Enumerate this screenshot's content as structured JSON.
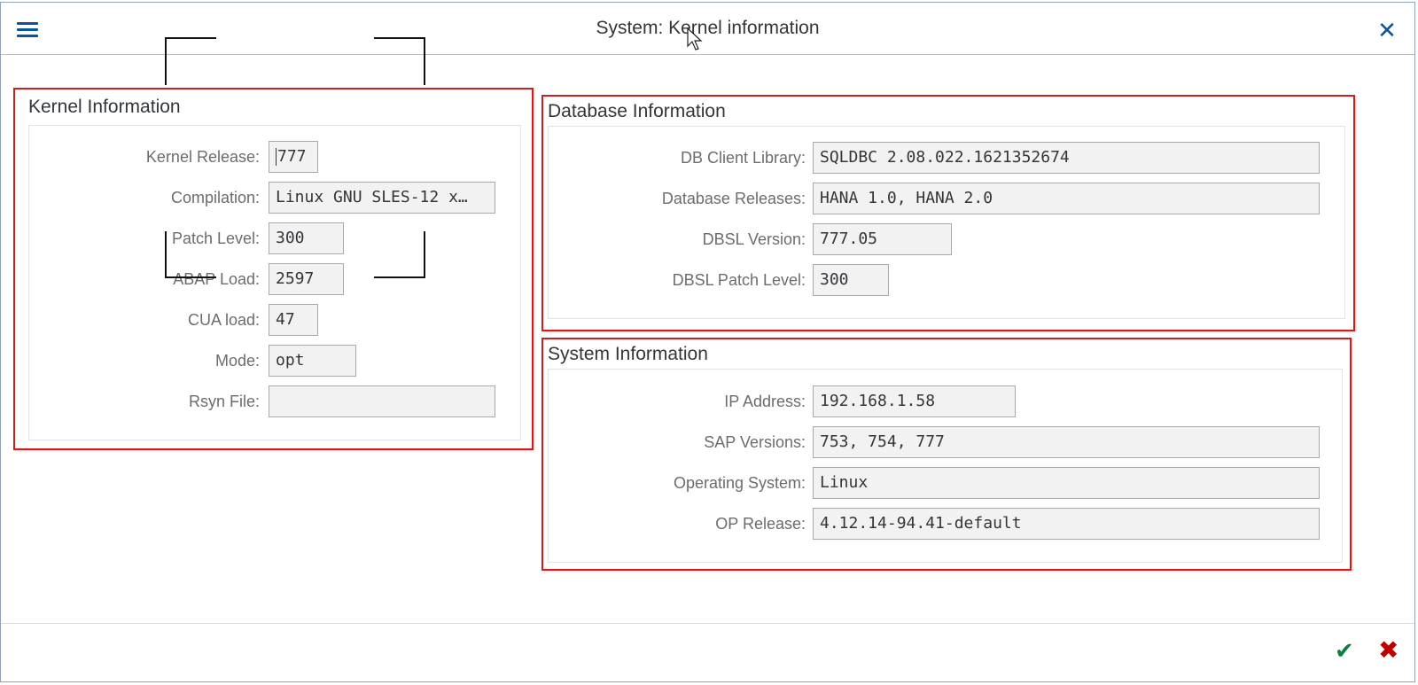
{
  "window": {
    "title": "System: Kernel information",
    "menu_icon": "hamburger-menu-icon",
    "close_icon": "close-icon",
    "close_glyph": "✕"
  },
  "kernel": {
    "title": "Kernel Information",
    "fields": [
      {
        "label": "Kernel Release:",
        "value": "777"
      },
      {
        "label": "Compilation:",
        "value": "Linux GNU SLES-12 x…"
      },
      {
        "label": "Patch Level:",
        "value": "300"
      },
      {
        "label": "ABAP Load:",
        "value": "2597"
      },
      {
        "label": "CUA load:",
        "value": "47"
      },
      {
        "label": "Mode:",
        "value": "opt"
      },
      {
        "label": "Rsyn File:",
        "value": ""
      }
    ]
  },
  "database": {
    "title": "Database Information",
    "fields": [
      {
        "label": "DB Client Library:",
        "value": "SQLDBC 2.08.022.1621352674"
      },
      {
        "label": "Database Releases:",
        "value": "HANA 1.0, HANA 2.0"
      },
      {
        "label": "DBSL Version:",
        "value": "777.05"
      },
      {
        "label": "DBSL Patch Level:",
        "value": "300"
      }
    ]
  },
  "system": {
    "title": "System Information",
    "fields": [
      {
        "label": "IP Address:",
        "value": "192.168.1.58"
      },
      {
        "label": "SAP Versions:",
        "value": "753, 754, 777"
      },
      {
        "label": "Operating System:",
        "value": "Linux"
      },
      {
        "label": "OP Release:",
        "value": "4.12.14-94.41-default"
      }
    ]
  },
  "footer": {
    "ok_glyph": "✔",
    "cancel_glyph": "✖",
    "ok_icon": "checkmark-icon",
    "cancel_icon": "cancel-icon"
  },
  "colors": {
    "accent": "#0a5599",
    "ok": "#107e3e",
    "cancel": "#bb0000",
    "highlight": "#d01c1c"
  }
}
